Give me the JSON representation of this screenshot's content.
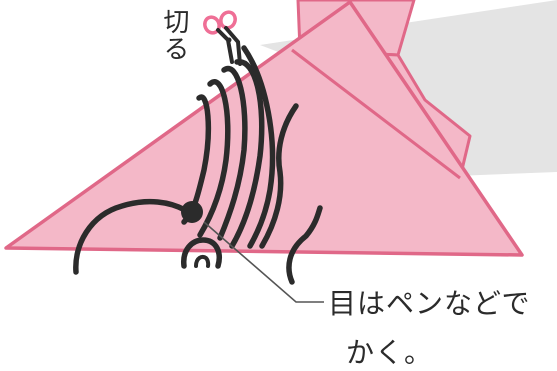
{
  "labels": {
    "cut": "切る",
    "note_line1": "目はペンなどで",
    "note_line2": "かく。"
  },
  "colors": {
    "paper_fill": "#f4b8c8",
    "paper_edge": "#e06888",
    "ink": "#2b2b2b",
    "shadow": "#e4e4e4",
    "scissors_handle": "#ef6f96"
  },
  "icons": {
    "scissors": "scissors-icon"
  }
}
